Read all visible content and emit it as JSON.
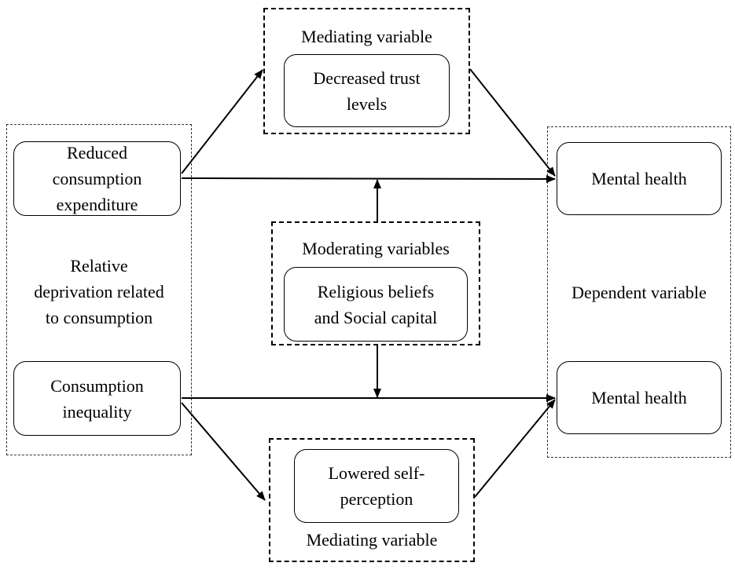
{
  "diagram": {
    "top_mediator": {
      "group_label": "Mediating variable",
      "node": "Decreased trust\nlevels"
    },
    "independent": {
      "group_label": "Relative\ndeprivation related\nto consumption",
      "node_top": "Reduced\nconsumption\nexpenditure",
      "node_bottom": "Consumption\ninequality"
    },
    "moderator": {
      "group_label": "Moderating  variables",
      "node": "Religious beliefs\nand Social capital"
    },
    "dependent": {
      "group_label": "Dependent variable",
      "node_top": "Mental health",
      "node_bottom": "Mental health"
    },
    "bottom_mediator": {
      "group_label": "Mediating variable",
      "node": "Lowered self-\nperception"
    }
  },
  "colors": {
    "line": "#000000",
    "dashed_border": "#333333",
    "background": "#ffffff"
  }
}
